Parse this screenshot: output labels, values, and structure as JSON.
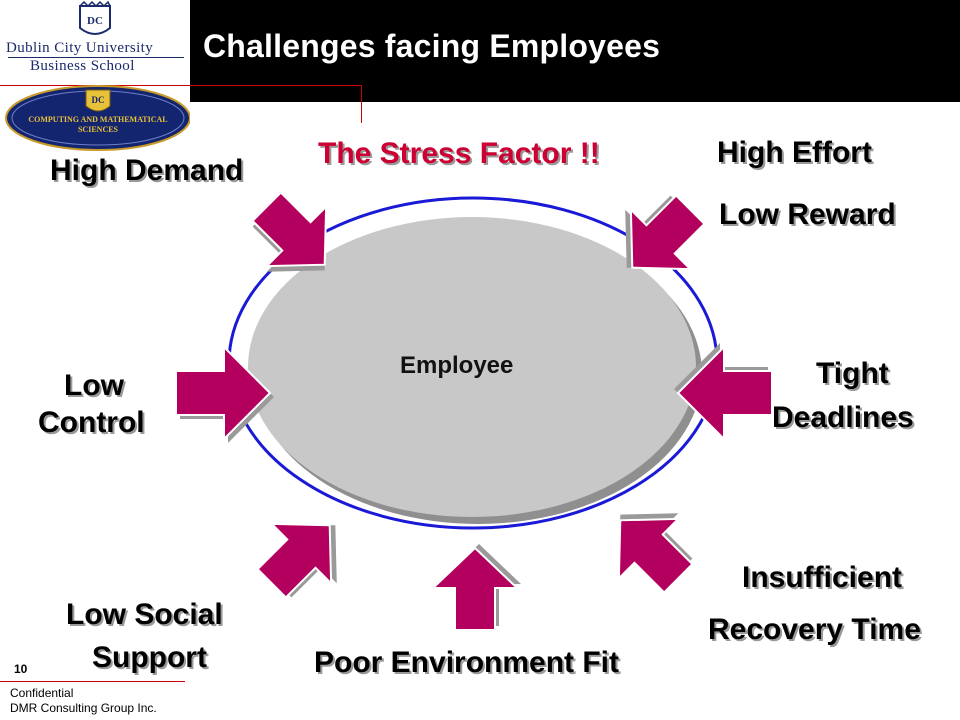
{
  "header": {
    "title": "Challenges facing Employees"
  },
  "logos": {
    "dcu_line1": "Dublin City University",
    "dcu_line2": "Business School",
    "dcu_monogram": "DC",
    "badge_line1": "COMPUTING AND MATHEMATICAL",
    "badge_line2": "SCIENCES",
    "badge_monogram": "DC"
  },
  "diagram": {
    "headline": "The Stress Factor !!",
    "center_label": "Employee",
    "labels": {
      "high_demand": "High Demand",
      "high_effort": "High Effort",
      "low_reward": "Low Reward",
      "low": "Low",
      "control": "Control",
      "tight": "Tight",
      "deadlines": "Deadlines",
      "low_social": "Low Social",
      "support": "Support",
      "poor_env_fit": "Poor Environment Fit",
      "insufficient": "Insufficient",
      "recovery_time": "Recovery Time"
    },
    "colors": {
      "arrow": "#b3005e",
      "ellipse_fill": "#c8c8c8",
      "ring": "#1a1ad6",
      "headline": "#cc0033"
    }
  },
  "footer": {
    "page_number": "10",
    "line1": "Confidential",
    "line2": "DMR Consulting Group Inc."
  }
}
